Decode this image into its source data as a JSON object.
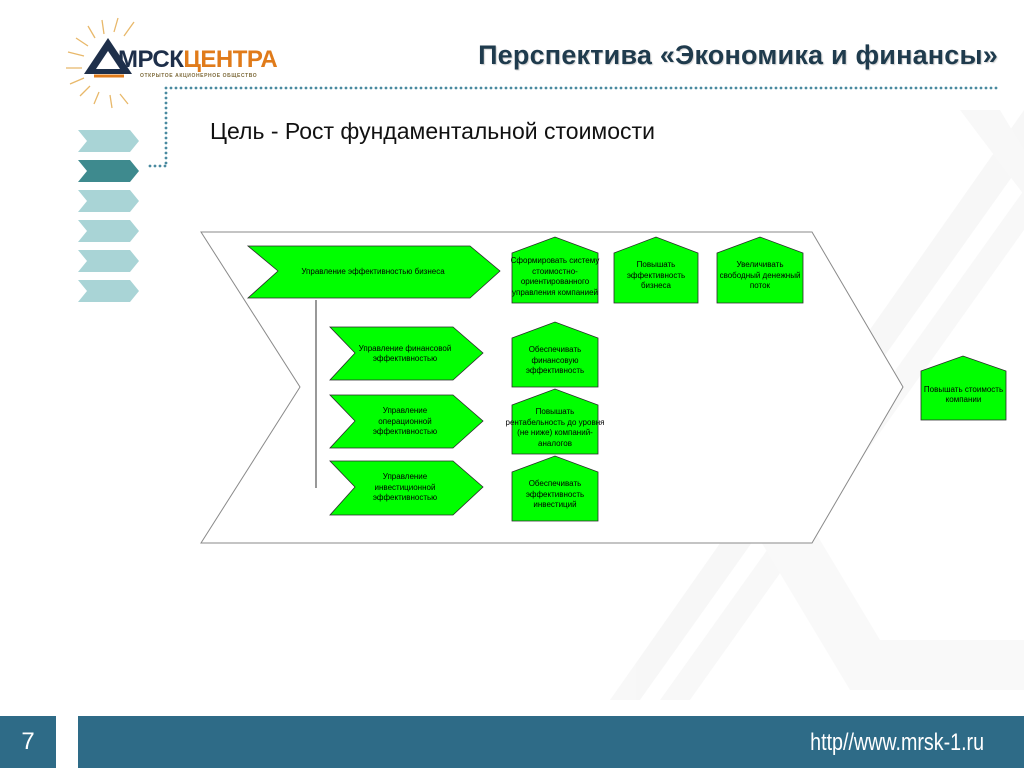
{
  "header": {
    "title": "Перспектива «Экономика и финансы»",
    "logo": {
      "name_part1": "МРСК",
      "name_part2": "ЦЕНТРА",
      "subtitle": "ОТКРЫТОЕ АКЦИОНЕРНОЕ ОБЩЕСТВО"
    }
  },
  "goal": "Цель - Рост фундаментальной стоимости",
  "colors": {
    "shape_fill": "#00ff00",
    "footer": "#2e6b87",
    "nav_light": "#a9d4d6",
    "nav_dark": "#3e8a8e"
  },
  "nav": {
    "items": 6,
    "active_index": 1
  },
  "diagram": {
    "main": "Управление эффективностью бизнеса",
    "sub": [
      "Управление финансовой эффективностью",
      "Управление операционной эффективностью",
      "Управление инвестиционной эффективностью"
    ],
    "goals_top": [
      "Сформировать систему стоимостно-ориентированного управления компанией",
      "Повышать эффективность бизнеса",
      "Увеличивать свободный денежный поток"
    ],
    "goals_sub": [
      "Обеспечивать финансовую эффективность",
      "Повышать рентабельность до уровня (не ниже) компаний-аналогов",
      "Обеспечивать эффективность инвестиций"
    ],
    "result": "Повышать стоимость компании"
  },
  "footer": {
    "page_number": "7",
    "url": "http//www.mrsk-1.ru"
  }
}
